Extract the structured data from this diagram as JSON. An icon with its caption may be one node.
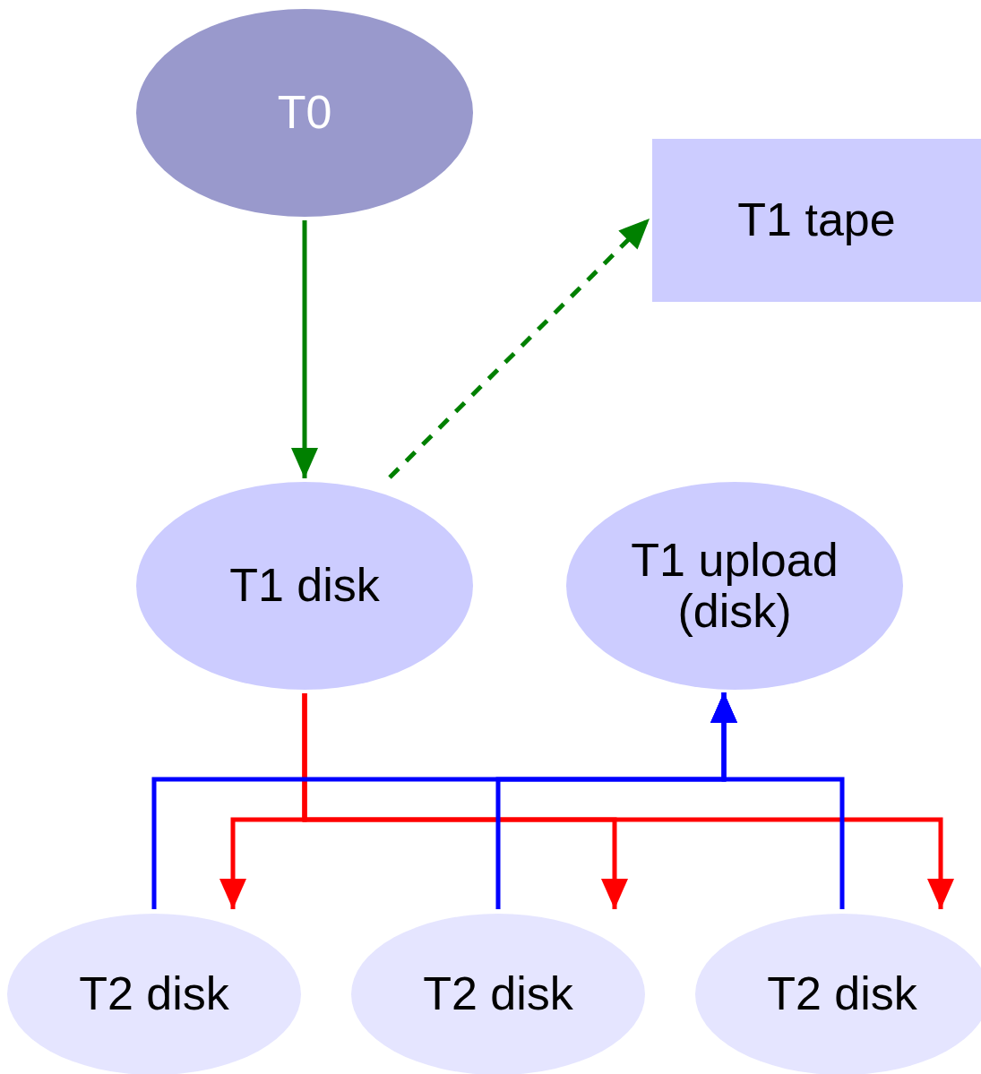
{
  "diagram": {
    "nodes": [
      {
        "text": [
          "T0"
        ]
      },
      {
        "text": [
          "T1 tape"
        ]
      },
      {
        "text": [
          "T1 disk"
        ]
      },
      {
        "text": [
          "T1 upload (disk)"
        ]
      },
      {
        "text": [
          "T2 disk"
        ]
      },
      {
        "text": [
          "T2 disk"
        ]
      },
      {
        "text": [
          "T2 disk"
        ]
      }
    ],
    "edges": [
      {
        "from": 0,
        "to": 2,
        "arrow": "to",
        "color": "#008000"
      },
      {
        "from": 2,
        "to": 1,
        "arrow": "to",
        "style": "dashed",
        "color": "#008000"
      },
      {
        "from": 2,
        "to": 4,
        "arrow": "to",
        "color": "#ff0000"
      },
      {
        "from": 2,
        "to": 5,
        "arrow": "to",
        "color": "#ff0000"
      },
      {
        "from": 2,
        "to": 6,
        "arrow": "to",
        "color": "#ff0000"
      },
      {
        "from": 4,
        "to": 3,
        "arrow": "to",
        "color": "#0000ff"
      },
      {
        "from": 5,
        "to": 3,
        "arrow": "to",
        "color": "#0000ff"
      },
      {
        "from": 6,
        "to": 3,
        "arrow": "to",
        "color": "#0000ff"
      }
    ]
  }
}
